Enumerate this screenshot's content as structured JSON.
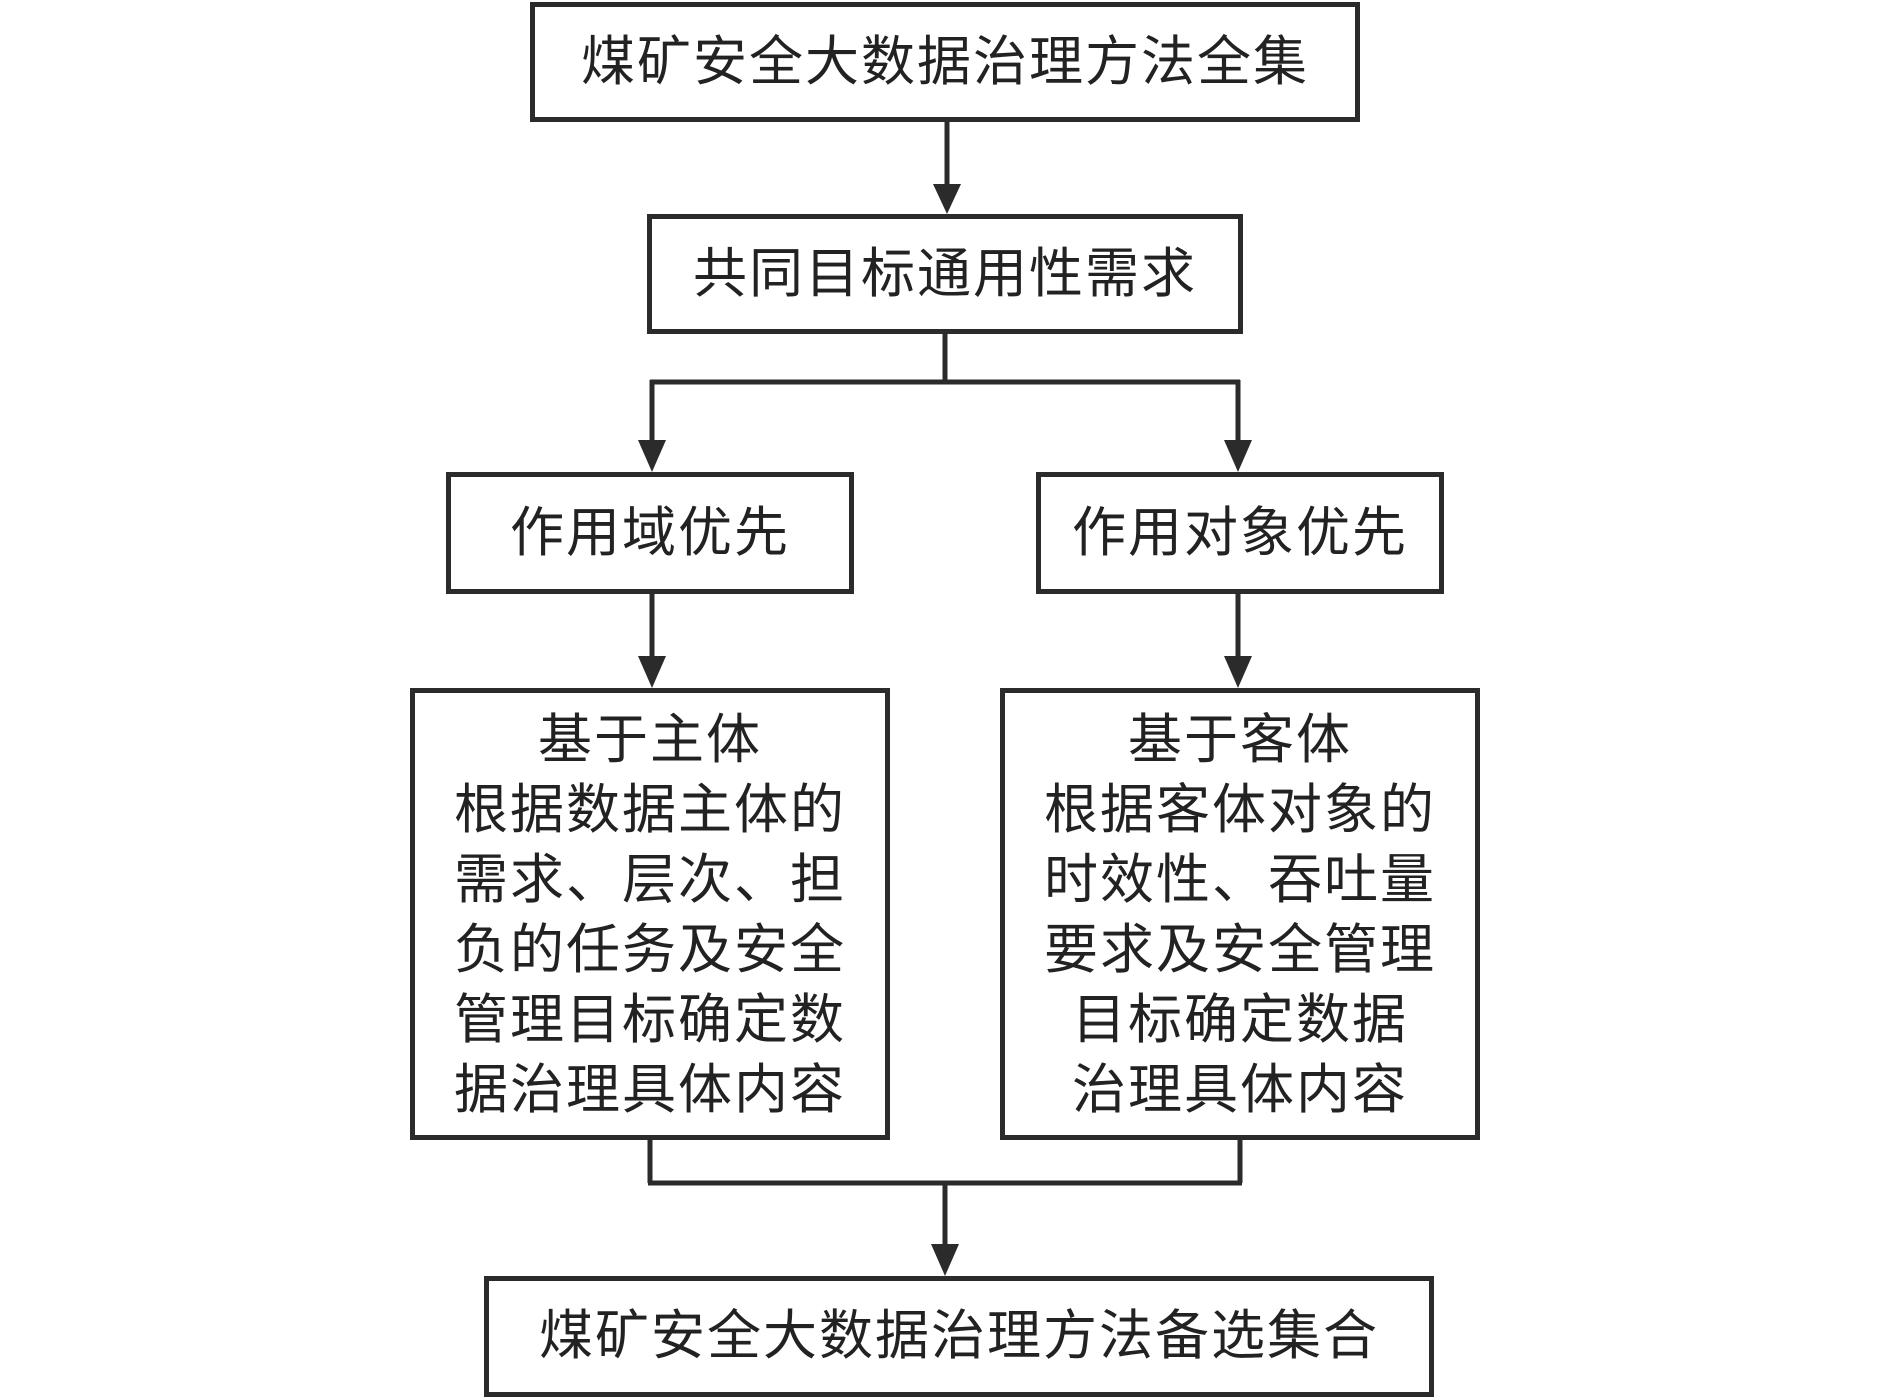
{
  "diagram": {
    "nodes": {
      "top": {
        "lines": [
          "煤矿安全大数据治理方法全集"
        ]
      },
      "requirement": {
        "lines": [
          "共同目标通用性需求"
        ]
      },
      "domain_priority": {
        "lines": [
          "作用域优先"
        ]
      },
      "object_priority": {
        "lines": [
          "作用对象优先"
        ]
      },
      "subject_based": {
        "lines": [
          "基于主体",
          "根据数据主体的",
          "需求、层次、担",
          "负的任务及安全",
          "管理目标确定数",
          "据治理具体内容"
        ]
      },
      "object_based": {
        "lines": [
          "基于客体",
          "根据客体对象的",
          "时效性、吞吐量",
          "要求及安全管理",
          "目标确定数据",
          "治理具体内容"
        ]
      },
      "result": {
        "lines": [
          "煤矿安全大数据治理方法备选集合"
        ]
      }
    },
    "colors": {
      "line": "#2b2b2b",
      "text": "#222222",
      "background": "#ffffff"
    }
  }
}
